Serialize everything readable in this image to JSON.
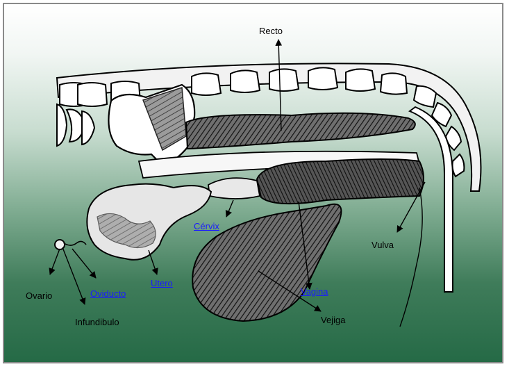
{
  "labels": {
    "recto": "Recto",
    "cervix": "Cérvix",
    "vulva": "Vulva",
    "ovario": "Ovario",
    "oviducto": "Oviducto",
    "utero": "Utero",
    "vagina": "Vagina",
    "infundibulo": "Infundibulo",
    "vejiga": "Vejiga"
  },
  "colors": {
    "link": "#1a1aff",
    "text": "#000000",
    "background_top": "#ffffff",
    "background_bottom": "#256a46"
  }
}
